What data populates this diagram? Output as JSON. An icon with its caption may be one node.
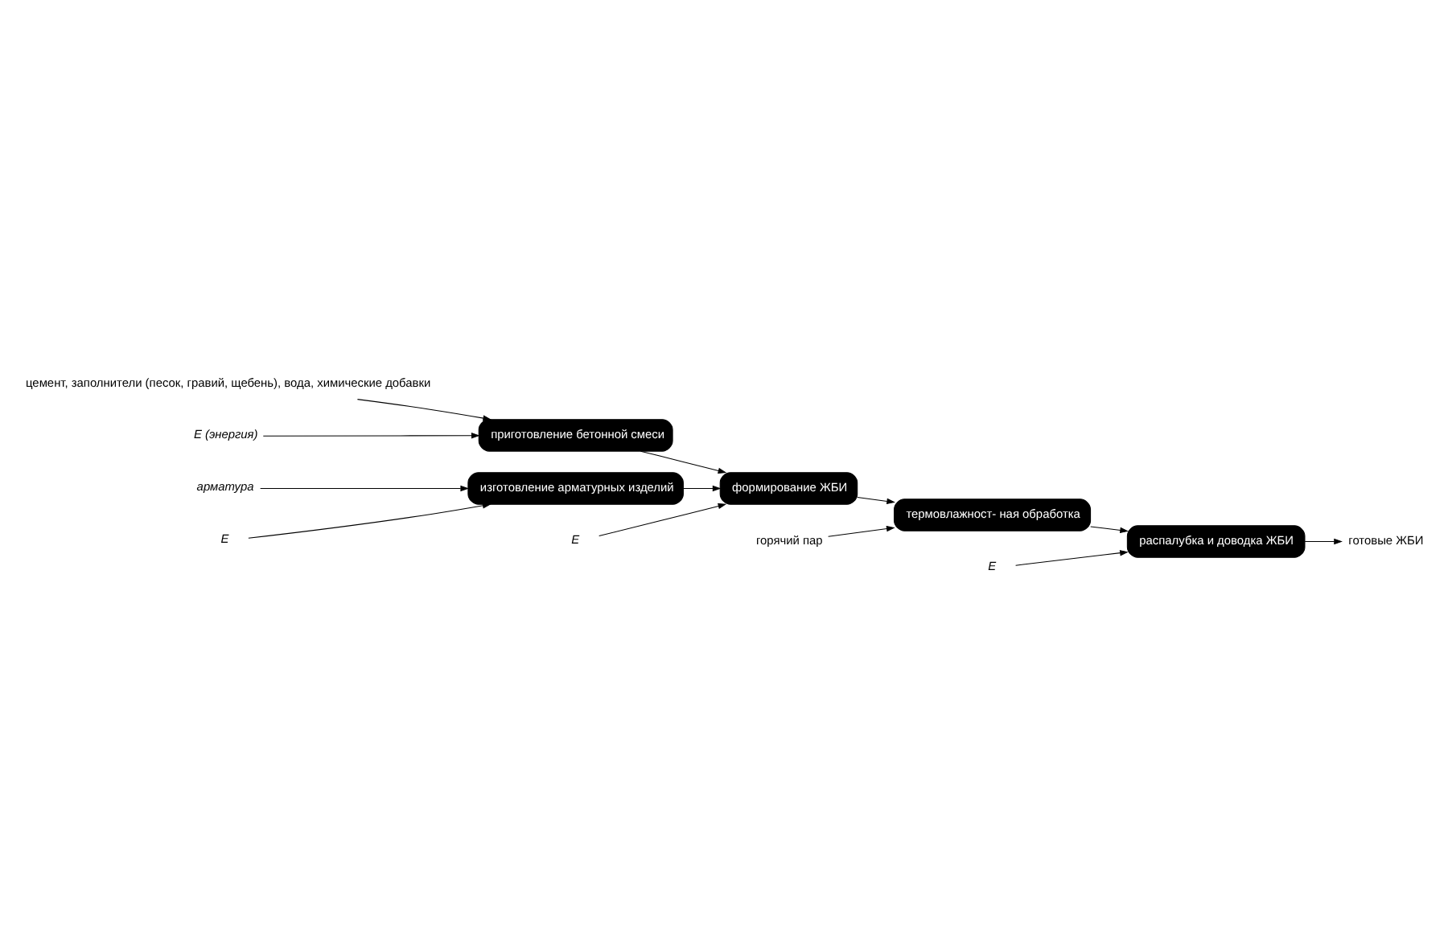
{
  "diagram": {
    "nodes": [
      {
        "text": [
          "цемент, заполнители (песок, гравий, щебень), вода, химические добавки"
        ]
      },
      {
        "text": [
          "E (энергия)"
        ]
      },
      {
        "text": [
          "приготовление бетонной смеси"
        ]
      },
      {
        "text": [
          "изготовление арматурных изделий"
        ]
      },
      {
        "text": [
          "арматура"
        ]
      },
      {
        "text": [
          "E"
        ]
      },
      {
        "text": [
          "E"
        ]
      },
      {
        "text": [
          "формирование ЖБИ"
        ]
      },
      {
        "text": [
          "горячий пар"
        ]
      },
      {
        "text": [
          "термовлажност- ная обработка"
        ]
      },
      {
        "text": [
          "E"
        ]
      },
      {
        "text": [
          "распалубка и доводка ЖБИ"
        ]
      },
      {
        "text": [
          "готовые ЖБИ"
        ]
      }
    ],
    "edges": [
      {
        "from": 0,
        "to": 2,
        "arrow": "to"
      },
      {
        "from": 1,
        "to": 2,
        "arrow": "to"
      },
      {
        "from": 4,
        "to": 3,
        "arrow": "to"
      },
      {
        "from": 5,
        "to": 3,
        "arrow": "to"
      },
      {
        "from": 2,
        "to": 7,
        "arrow": "to"
      },
      {
        "from": 3,
        "to": 7,
        "arrow": "to"
      },
      {
        "from": 6,
        "to": 7,
        "arrow": "to"
      },
      {
        "from": 7,
        "to": 9,
        "arrow": "to"
      },
      {
        "from": 8,
        "to": 9,
        "arrow": "to"
      },
      {
        "from": 9,
        "to": 11,
        "arrow": "to"
      },
      {
        "from": 10,
        "to": 11,
        "arrow": "to"
      },
      {
        "from": 11,
        "to": 12,
        "arrow": "to"
      }
    ]
  }
}
